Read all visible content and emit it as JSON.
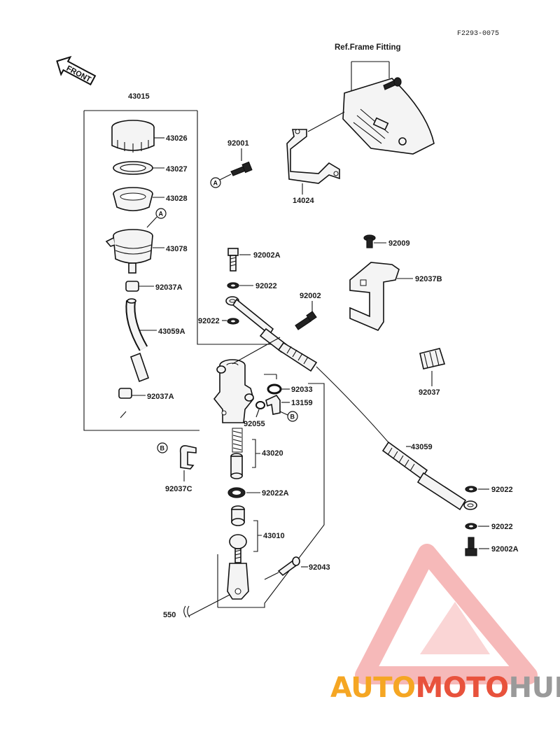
{
  "diagram_code": "F2293-0075",
  "front_label": "FRONT",
  "ref_frame_fitting": "Ref.Frame Fitting",
  "parts": {
    "p43015": "43015",
    "p43026": "43026",
    "p43027": "43027",
    "p43028": "43028",
    "p43078": "43078",
    "p92037A_1": "92037A",
    "p43059A": "43059A",
    "p92037A_2": "92037A",
    "p92001": "92001",
    "p14024": "14024",
    "p92009": "92009",
    "p92037B": "92037B",
    "p92002A_1": "92002A",
    "p92022_1": "92022",
    "p92002": "92002",
    "p92022_2": "92022",
    "p92037": "92037",
    "p92033": "92033",
    "p13159": "13159",
    "p92055": "92055",
    "p43020": "43020",
    "p92037C": "92037C",
    "p92022A": "92022A",
    "p43010": "43010",
    "p92043": "92043",
    "p550": "550",
    "p43059": "43059",
    "p92022_3": "92022",
    "p92022_4": "92022",
    "p92002A_2": "92002A"
  },
  "refs": {
    "a1": "A",
    "a2": "A",
    "b1": "B",
    "b2": "B"
  },
  "watermark": {
    "part1": "AUTO",
    "part2": "MOTO",
    "part3": "HUB"
  },
  "colors": {
    "wm_orange": "#f5a623",
    "wm_red": "#e8523c",
    "wm_gray": "#9a9a9a",
    "wm_triangle": "#f08080"
  }
}
